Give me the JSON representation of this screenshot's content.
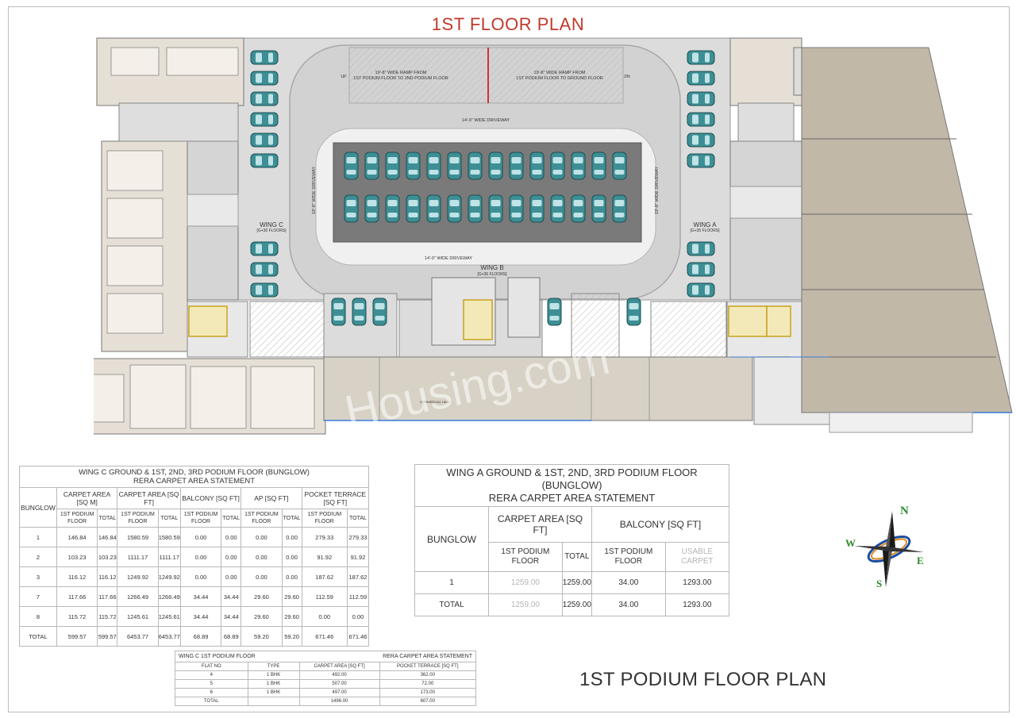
{
  "title": "1ST FLOOR PLAN",
  "bottom_title": "1ST PODIUM FLOOR PLAN",
  "watermark": "Housing.com",
  "plan": {
    "ramp_labels": [
      "19'-8\" WIDE RAMP FROM",
      "1ST PODIUM FLOOR TO 2ND PODIUM FLOOR",
      "19'-8\" WIDE RAMP FROM",
      "1ST PODIUM FLOOR TO GROUND FLOOR"
    ],
    "up": "UP",
    "dn": "DN",
    "driveway_top": "14'-0\" WIDE DRIVEWAY",
    "driveway_bottom": "14'-0\" WIDE DRIVEWAY",
    "driveway_left": "19'-8\" WIDE DRIVEWAY",
    "driveway_right": "19'-8\" WIDE DRIVEWAY",
    "wing_c": "WING C",
    "wing_c_floors": "[G+36 FLOORS]",
    "wing_a": "WING A",
    "wing_a_floors": "[G+35 FLOORS]",
    "wing_b": "WING B",
    "wing_b_floors": "[G+36 FLOORS]",
    "commercial_hall": "COMMERCIAL HALL"
  },
  "wing_c_table": {
    "caption_1": "WING C GROUND & 1ST, 2ND, 3RD PODIUM FLOOR (BUNGLOW)",
    "caption_2": "RERA CARPET AREA STATEMENT",
    "col_bunglow": "BUNGLOW",
    "col_carpet_sqm": "CARPET AREA [SQ M]",
    "col_carpet_sqft": "CARPET AREA [SQ FT]",
    "col_balcony": "BALCONY [SQ FT]",
    "col_ap": "AP [SQ FT]",
    "col_pocket": "POCKET TERRACE [SQ FT]",
    "sub_floor": "1ST PODIUM FLOOR",
    "sub_total": "TOTAL",
    "rows": [
      [
        "1",
        "146.84",
        "146.84",
        "1580.59",
        "1580.59",
        "0.00",
        "0.00",
        "0.00",
        "0.00",
        "279.33",
        "279.33"
      ],
      [
        "2",
        "103.23",
        "103.23",
        "1111.17",
        "1111.17",
        "0.00",
        "0.00",
        "0.00",
        "0.00",
        "91.92",
        "91.92"
      ],
      [
        "3",
        "116.12",
        "116.12",
        "1249.92",
        "1249.92",
        "0.00",
        "0.00",
        "0.00",
        "0.00",
        "187.62",
        "187.62"
      ],
      [
        "7",
        "117.66",
        "117.66",
        "1266.49",
        "1266.49",
        "34.44",
        "34.44",
        "29.60",
        "29.60",
        "112.59",
        "112.59"
      ],
      [
        "8",
        "115.72",
        "115.72",
        "1245.61",
        "1245.61",
        "34.44",
        "34.44",
        "29.60",
        "29.60",
        "0.00",
        "0.00"
      ],
      [
        "TOTAL",
        "599.57",
        "599.57",
        "6453.77",
        "6453.77",
        "68.89",
        "68.89",
        "59.20",
        "59.20",
        "671.46",
        "671.46"
      ]
    ]
  },
  "wing_a_table": {
    "caption_1": "WING A GROUND & 1ST, 2ND, 3RD PODIUM FLOOR",
    "caption_2": "(BUNGLOW)",
    "caption_3": "RERA CARPET AREA STATEMENT",
    "col_bunglow": "BUNGLOW",
    "col_carpet": "CARPET AREA [SQ FT]",
    "col_balcony": "BALCONY [SQ FT]",
    "sub_floor": "1ST PODIUM FLOOR",
    "sub_total": "TOTAL",
    "sub_floor_2": "1ST PODIUM FLOOR",
    "sub_usable": "USABLE CARPET",
    "rows": [
      [
        "1",
        "1259.00",
        "1259.00",
        "34.00",
        "1293.00"
      ],
      [
        "TOTAL",
        "1259.00",
        "1259.00",
        "34.00",
        "1293.00"
      ]
    ]
  },
  "podium_table": {
    "caption_left": "WING C 1ST PODIUM FLOOR",
    "caption_right": "RERA CARPET AREA STATEMENT",
    "headers": [
      "FLAT NO",
      "TYPE",
      "CARPET AREA [SQ FT]",
      "POCKET TERRACE [SQ FT]"
    ],
    "rows": [
      [
        "4",
        "1 BHK",
        "492.00",
        "362.00"
      ],
      [
        "5",
        "1 BHK",
        "507.00",
        "72.00"
      ],
      [
        "6",
        "1 BHK",
        "497.00",
        "173.00"
      ],
      [
        "TOTAL",
        "",
        "1496.00",
        "607.00"
      ]
    ]
  },
  "compass": {
    "n": "N",
    "s": "S",
    "e": "E",
    "w": "W"
  }
}
